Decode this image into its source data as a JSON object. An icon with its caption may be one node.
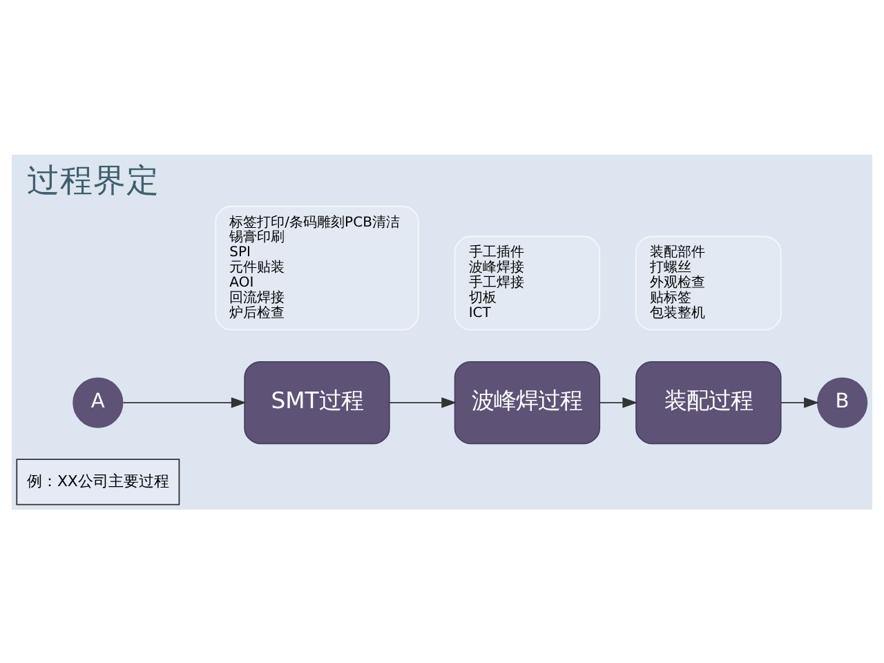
{
  "diagram": {
    "title": "过程界定",
    "nodes": [
      {
        "text": [
          "例：XX公司主要过程"
        ]
      },
      {
        "text": [
          "A"
        ]
      },
      {
        "text": [
          "SMT过程"
        ]
      },
      {
        "text": [
          "波峰焊过程"
        ]
      },
      {
        "text": [
          "装配过程"
        ]
      },
      {
        "text": [
          "B"
        ]
      },
      {
        "text": [
          "标签打印/条码雕刻PCB清洁",
          "锡膏印刷",
          "SPI",
          "元件贴装",
          "AOI",
          "回流焊接",
          "炉后检查"
        ]
      },
      {
        "text": [
          "手工插件",
          "波峰焊接",
          "手工焊接",
          "切板",
          "ICT"
        ]
      },
      {
        "text": [
          "装配部件",
          "打螺丝",
          "外观检查",
          "贴标签",
          "包装整机"
        ]
      }
    ],
    "edges": [
      {
        "from": 1,
        "to": 2,
        "arrow": "to"
      },
      {
        "from": 2,
        "to": 3,
        "arrow": "to"
      },
      {
        "from": 3,
        "to": 4,
        "arrow": "to"
      },
      {
        "from": 4,
        "to": 5,
        "arrow": "to"
      }
    ]
  }
}
